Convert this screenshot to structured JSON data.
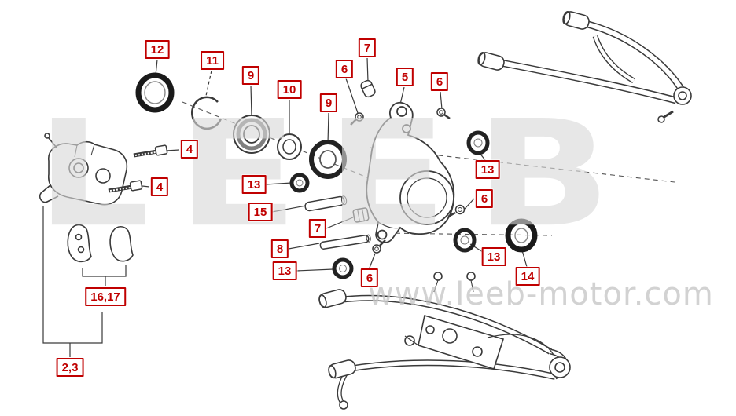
{
  "diagram": {
    "type": "exploded-parts-diagram",
    "watermark": {
      "brand": "LEEB",
      "url": "www.leeb-motor.com"
    },
    "callout_style": {
      "border_color": "#c00000",
      "text_color": "#c00000",
      "background": "#ffffff"
    },
    "callouts": [
      {
        "text": "12"
      },
      {
        "text": "11"
      },
      {
        "text": "9"
      },
      {
        "text": "10"
      },
      {
        "text": "9"
      },
      {
        "text": "7"
      },
      {
        "text": "6"
      },
      {
        "text": "5"
      },
      {
        "text": "6"
      },
      {
        "text": "4"
      },
      {
        "text": "4"
      },
      {
        "text": "13"
      },
      {
        "text": "13"
      },
      {
        "text": "15"
      },
      {
        "text": "7"
      },
      {
        "text": "6"
      },
      {
        "text": "8"
      },
      {
        "text": "13"
      },
      {
        "text": "6"
      },
      {
        "text": "13"
      },
      {
        "text": "14"
      },
      {
        "text": "16,17"
      },
      {
        "text": "2,3"
      }
    ]
  }
}
